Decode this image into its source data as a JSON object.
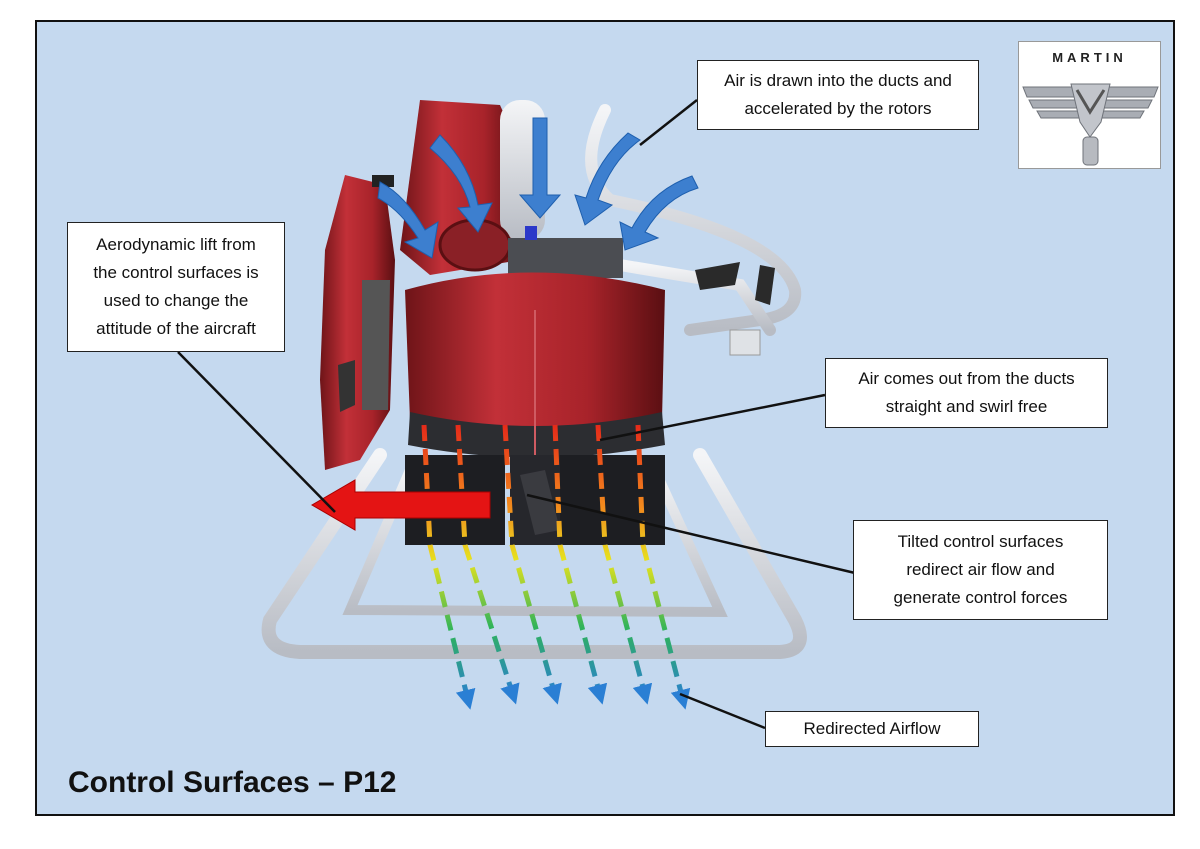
{
  "page": {
    "title": "Control Surfaces – P12"
  },
  "logo": {
    "brand": "MARTIN"
  },
  "callouts": {
    "air_intake": "Air is drawn into the ducts and\naccelerated by the rotors",
    "aero_lift": "Aerodynamic lift from\nthe control surfaces is\nused to change the\nattitude of the aircraft",
    "air_out": "Air comes out from the ducts\nstraight and swirl free",
    "tilted_surfaces": "Tilted control surfaces\nredirect air flow and\ngenerate control forces",
    "redirected_airflow": "Redirected Airflow"
  },
  "colors": {
    "background": "#c5d9ef",
    "jetpack_red": "#a8232a",
    "intake_arrow_blue": "#3d7fcf",
    "force_arrow_red": "#e41414",
    "frame_silver": "#e6e8ec"
  }
}
